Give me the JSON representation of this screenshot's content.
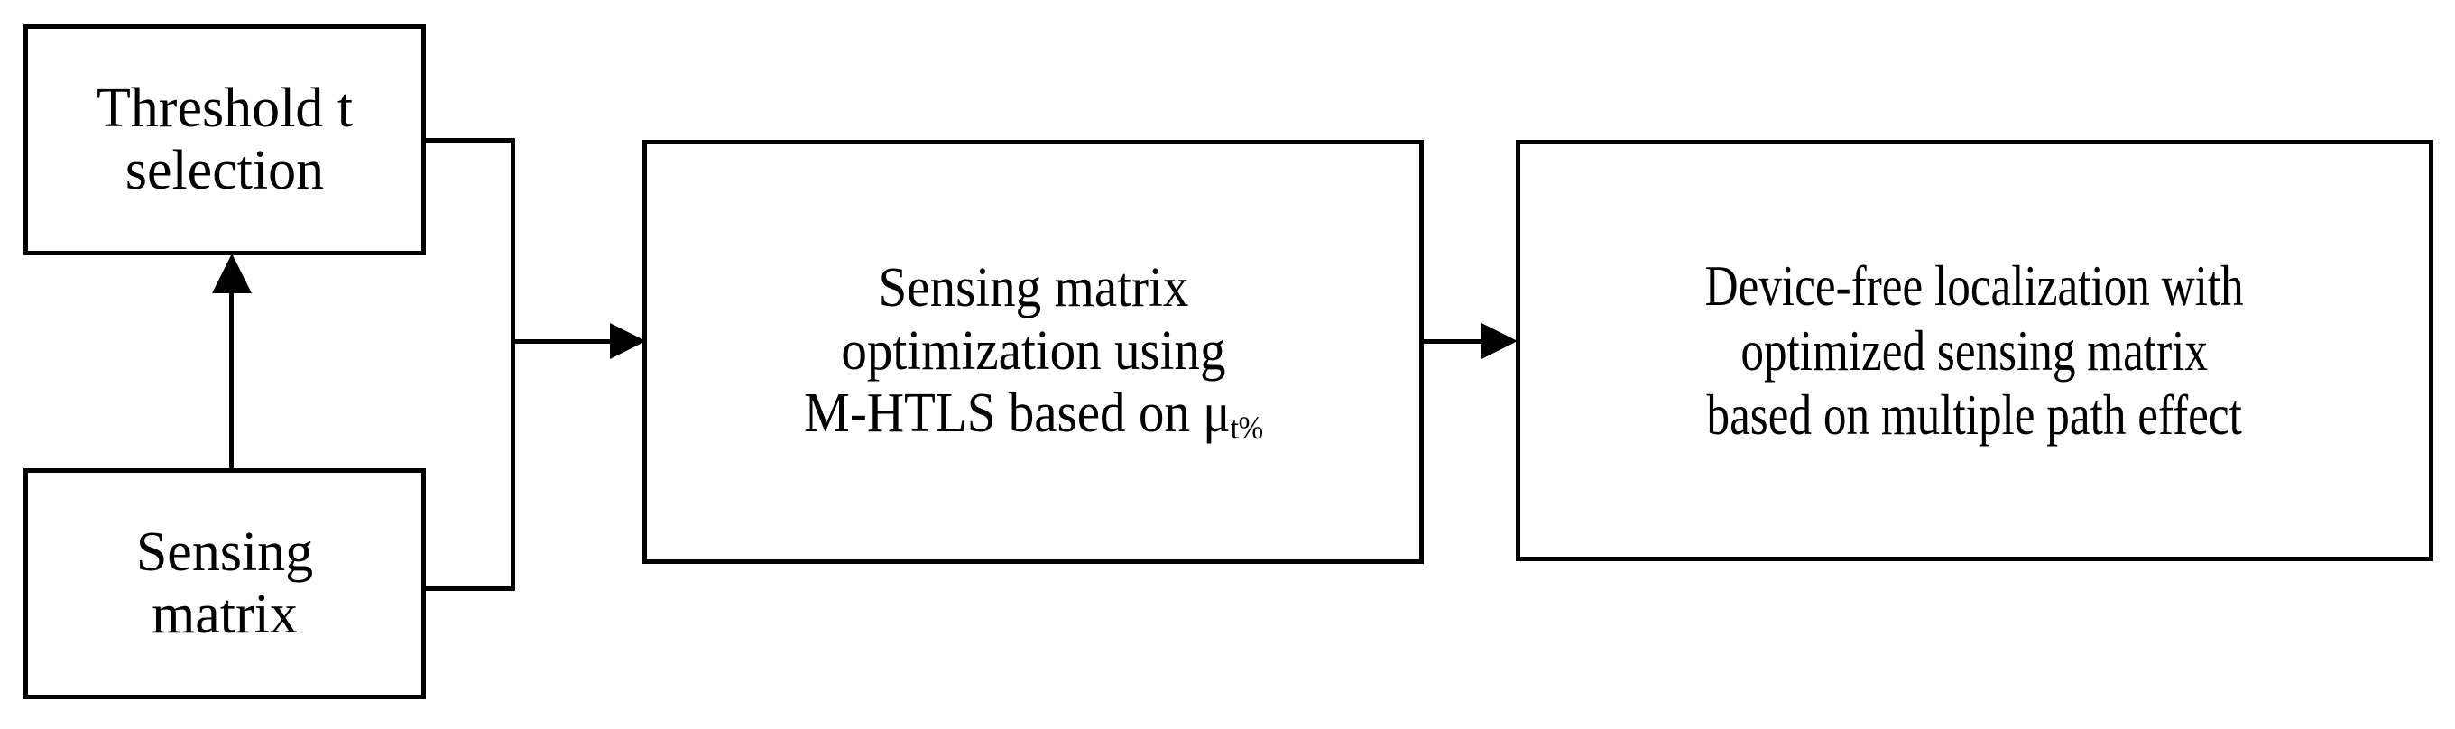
{
  "diagram": {
    "title": "Sensing matrix optimization and device-free localization flow",
    "type": "block-flow-diagram",
    "colors": {
      "stroke": "#000000",
      "fill": "#ffffff",
      "text": "#000000"
    },
    "nodes": [
      {
        "id": "threshold",
        "name": "threshold-selection-block",
        "lines": [
          "Threshold t",
          "selection"
        ]
      },
      {
        "id": "sensing",
        "name": "sensing-matrix-block",
        "lines": [
          "Sensing",
          "matrix"
        ]
      },
      {
        "id": "optimization",
        "name": "sensing-matrix-optimization-block",
        "lines": [
          "Sensing matrix",
          "optimization using",
          "M-HTLS based on "
        ],
        "symbol": "μ",
        "subscript": "t%"
      },
      {
        "id": "localization",
        "name": "device-free-localization-block",
        "lines": [
          "Device-free localization with",
          "optimized sensing matrix",
          "based on multiple path effect"
        ]
      }
    ],
    "edges": [
      {
        "id": "e1",
        "from": "sensing",
        "to": "threshold",
        "direction": "up"
      },
      {
        "id": "e2",
        "from": "threshold+sensing-bus",
        "to": "optimization",
        "direction": "right"
      },
      {
        "id": "e3",
        "from": "optimization",
        "to": "localization",
        "direction": "right"
      }
    ]
  }
}
